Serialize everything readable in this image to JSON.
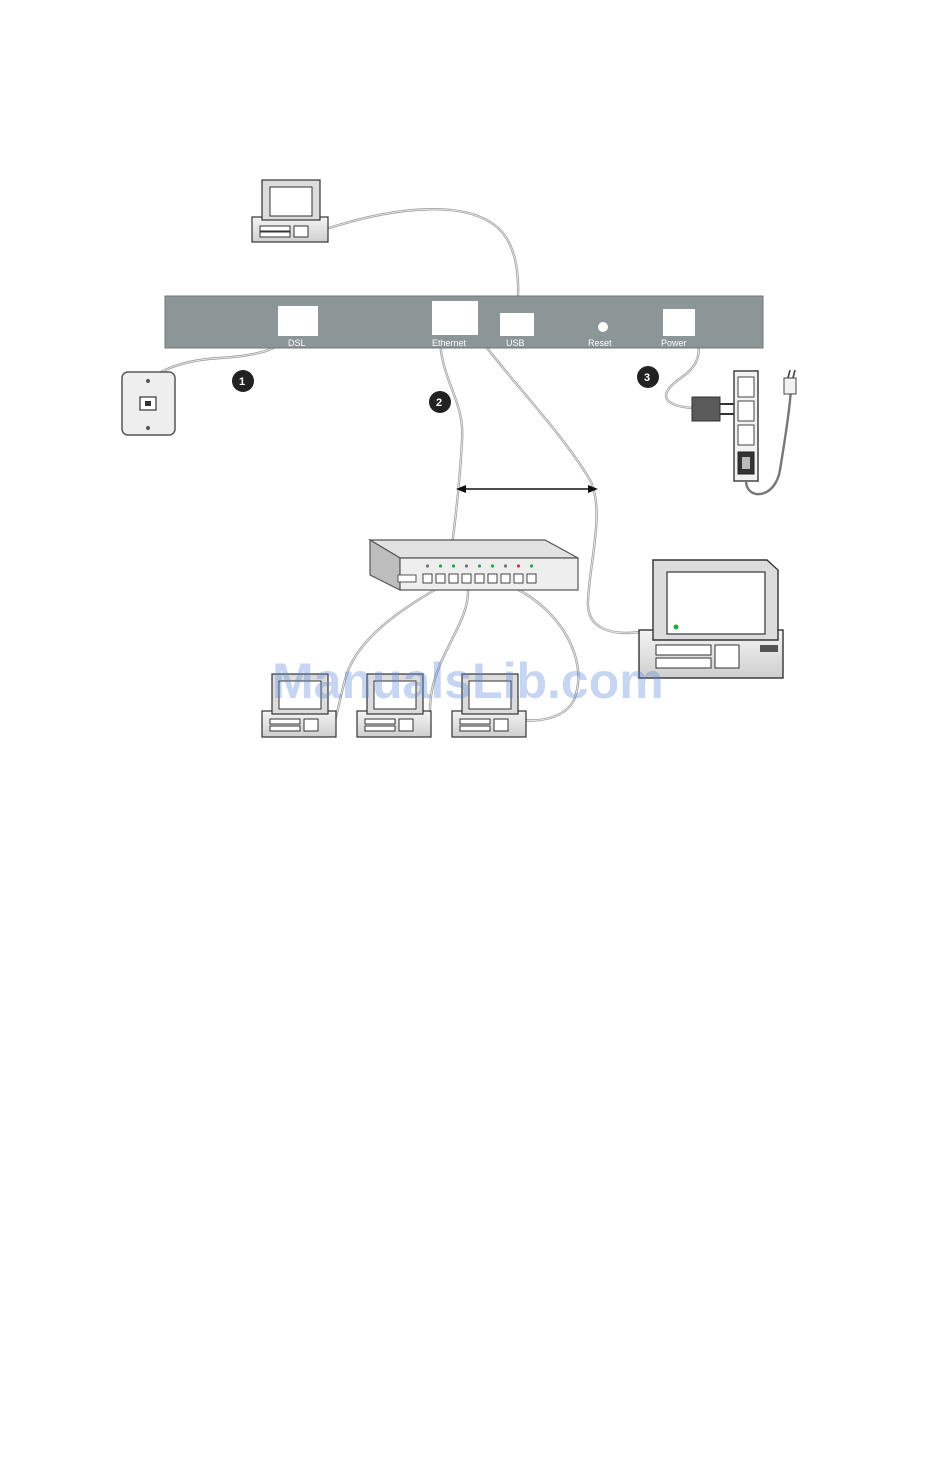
{
  "router_panel": {
    "ports": {
      "dsl": "DSL",
      "ethernet": "Ethernet",
      "usb": "USB",
      "reset": "Reset",
      "power": "Power"
    }
  },
  "steps": [
    "1",
    "2",
    "3"
  ],
  "watermark": "ManualsLib.com",
  "colors": {
    "panel": "#8c9696",
    "panel_border": "#6f7878",
    "cable": "#9a9a9a",
    "led_green": "#22aa44",
    "led_red": "#dd3344",
    "marker": "#222222",
    "watermark": "#5d86d8"
  }
}
